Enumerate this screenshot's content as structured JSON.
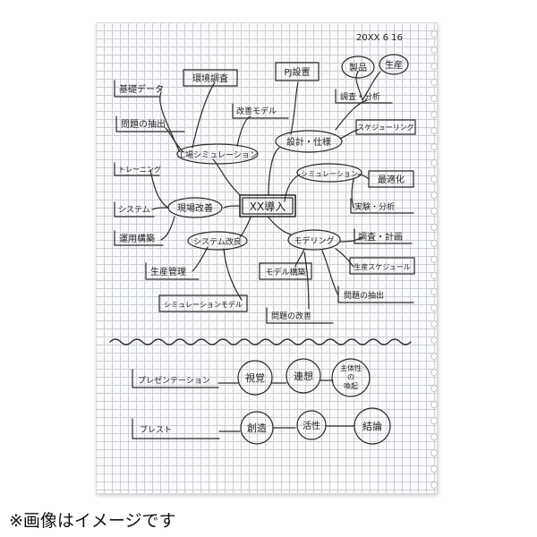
{
  "date": "20XX 6 16",
  "center": "XX導入",
  "nodes": {
    "factory_sim": "工場シミュレーション",
    "kihon": "基礎データ",
    "kankyo": "環境調査",
    "kaizen_model": "改善モデル",
    "mondai1": "問題の抽出",
    "design": "設計・仕様",
    "pj": "PJ設置",
    "seihin": "製品",
    "seisan": "生産",
    "chosa_bunseki": "調査・分析",
    "schedule": "スケジューリング",
    "simulation": "シミュレーション",
    "saiteki": "最適化",
    "jikken": "実験・分析",
    "genba": "現場改善",
    "training": "トレーニング",
    "system": "システム",
    "unyo": "運用構築",
    "sys_kairyo": "システム改良",
    "seisan_kanri": "生産管理",
    "sim_model": "シミュレーションモデル",
    "modeling": "モデリング",
    "model_build": "モデル構築",
    "chosa_keikaku": "調査・計画",
    "seisan_sched": "生産スケジュール",
    "mondai2": "問題の抽出",
    "mondai_kaizen": "問題の改善"
  },
  "lower": {
    "presentation": "プレゼンテーション",
    "shikaku": "視覚",
    "rensou": "連想",
    "shutaisei_line1": "主体性",
    "shutaisei_line2": "の",
    "shutaisei_line3": "喚起",
    "brest": "ブレスト",
    "souzou": "創造",
    "kassei": "活性",
    "ketsuron": "結論"
  },
  "footer": "※画像はイメージです"
}
